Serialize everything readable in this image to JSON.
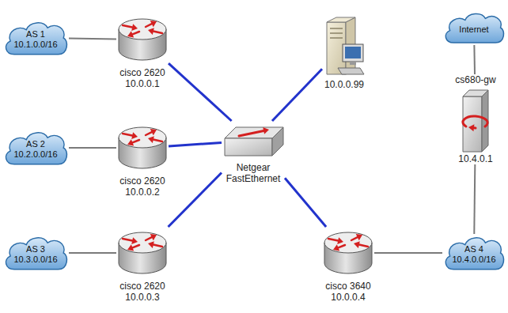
{
  "diagram": {
    "nodes": [
      {
        "text": [
          "AS 1",
          "10.1.0.0/16"
        ]
      },
      {
        "text": [
          "cisco 2620",
          "10.0.0.1"
        ]
      },
      {
        "text": [
          "10.0.0.99"
        ]
      },
      {
        "text": [
          "Internet"
        ]
      },
      {
        "text": [
          "cs680-gw",
          "10.4.0.1"
        ]
      },
      {
        "text": [
          "AS 2",
          "10.2.0.0/16"
        ]
      },
      {
        "text": [
          "cisco 2620",
          "10.0.0.2"
        ]
      },
      {
        "text": [
          "Netgear FastEthernet"
        ]
      },
      {
        "text": [
          "AS 3",
          "10.3.0.0/16"
        ]
      },
      {
        "text": [
          "cisco 2620",
          "10.0.0.3"
        ]
      },
      {
        "text": [
          "cisco 3640",
          "10.0.0.4"
        ]
      },
      {
        "text": [
          "AS 4",
          "10.4.0.0/16"
        ]
      }
    ],
    "edges": [
      {
        "from": 0,
        "to": 1,
        "arrow": "none"
      },
      {
        "from": 1,
        "to": 7,
        "arrow": "none"
      },
      {
        "from": 5,
        "to": 6,
        "arrow": "none"
      },
      {
        "from": 6,
        "to": 7,
        "arrow": "none"
      },
      {
        "from": 8,
        "to": 9,
        "arrow": "none"
      },
      {
        "from": 9,
        "to": 7,
        "arrow": "none"
      },
      {
        "from": 2,
        "to": 7,
        "arrow": "none"
      },
      {
        "from": 7,
        "to": 10,
        "arrow": "none"
      },
      {
        "from": 10,
        "to": 11,
        "arrow": "none"
      },
      {
        "from": 11,
        "to": 4,
        "arrow": "none"
      },
      {
        "from": 4,
        "to": 3,
        "arrow": "none"
      }
    ]
  }
}
